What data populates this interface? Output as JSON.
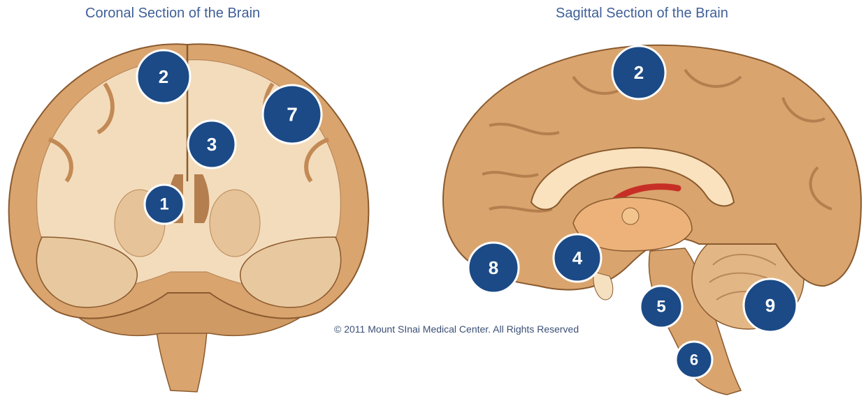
{
  "titles": {
    "coronal": "Coronal Section of the Brain",
    "sagittal": "Sagittal Section of the Brain"
  },
  "copyright": "© 2011 Mount SInai Medical Center. All Rights Reserved",
  "colors": {
    "title": "#3f5f98",
    "marker_fill": "#1b4a86",
    "marker_text": "#ffffff",
    "cortex": "#d9a46e",
    "white_matter": "#f3dcbc",
    "corpus_callosum": "#f9e2bd",
    "red_structure": "#c72f26"
  },
  "markers": {
    "coronal": [
      "2",
      "7",
      "3",
      "1"
    ],
    "sagittal": [
      "2",
      "8",
      "4",
      "5",
      "9",
      "6"
    ]
  }
}
